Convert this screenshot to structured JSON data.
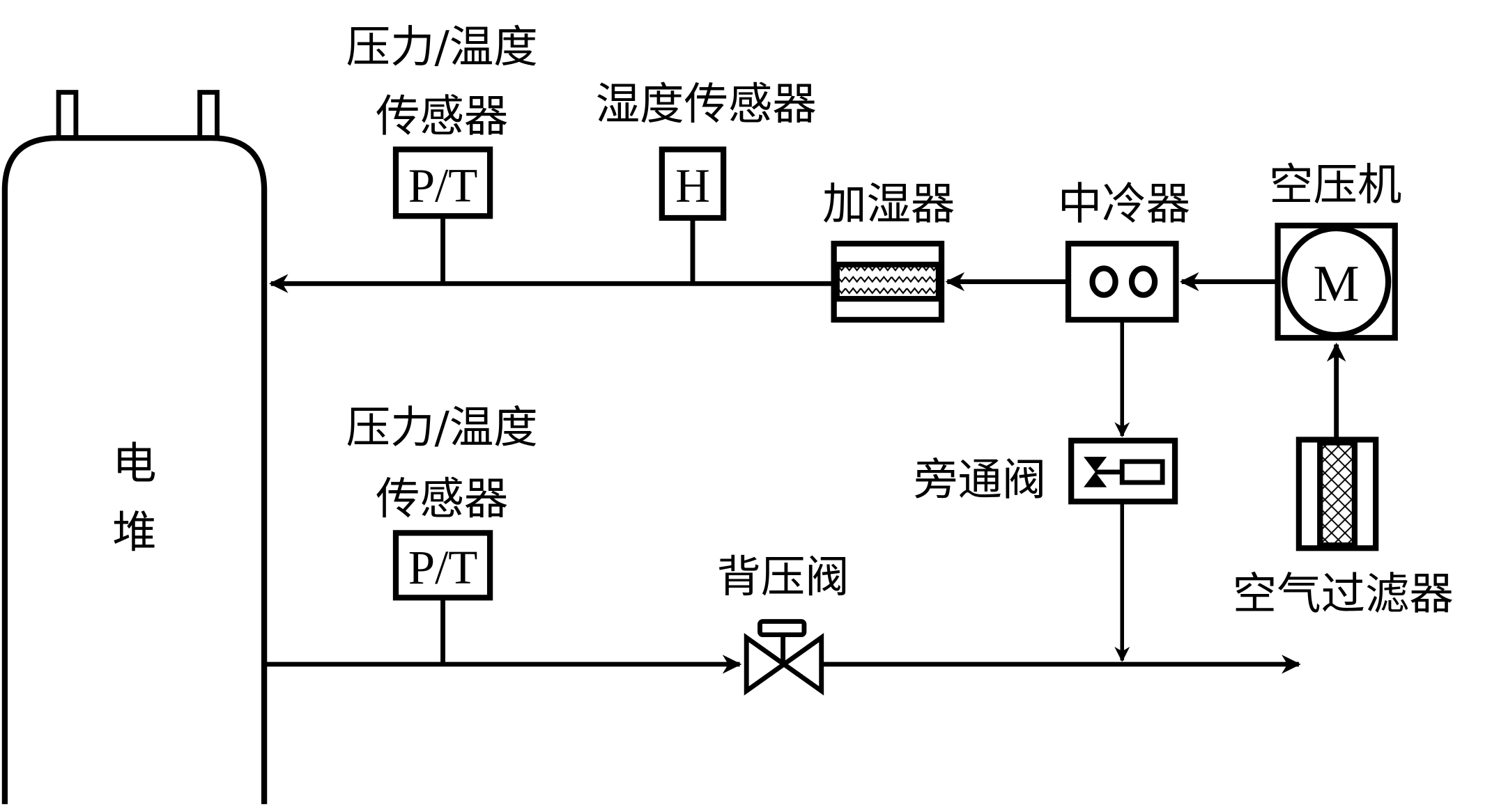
{
  "diagram": {
    "title": "Fuel cell cathode air supply system schematic",
    "components": {
      "stack": {
        "label_line1": "电",
        "label_line2": "堆"
      },
      "pt_sensor_inlet": {
        "label_line1": "压力/温度",
        "label_line2": "传感器",
        "symbol": "P/T"
      },
      "humidity_sensor": {
        "label": "湿度传感器",
        "symbol": "H"
      },
      "humidifier": {
        "label": "加湿器"
      },
      "intercooler": {
        "label": "中冷器"
      },
      "compressor": {
        "label": "空压机",
        "symbol": "M"
      },
      "air_filter": {
        "label": "空气过滤器"
      },
      "bypass_valve": {
        "label": "旁通阀"
      },
      "pt_sensor_outlet": {
        "label_line1": "压力/温度",
        "label_line2": "传感器",
        "symbol": "P/T"
      },
      "back_pressure_valve": {
        "label": "背压阀"
      }
    },
    "flow": [
      "空气过滤器 → 空压机",
      "空压机 → 中冷器",
      "中冷器 → 加湿器",
      "加湿器 → 电堆",
      "中冷器 → 旁通阀 → 排气",
      "电堆 → 背压阀 → 排气"
    ]
  }
}
